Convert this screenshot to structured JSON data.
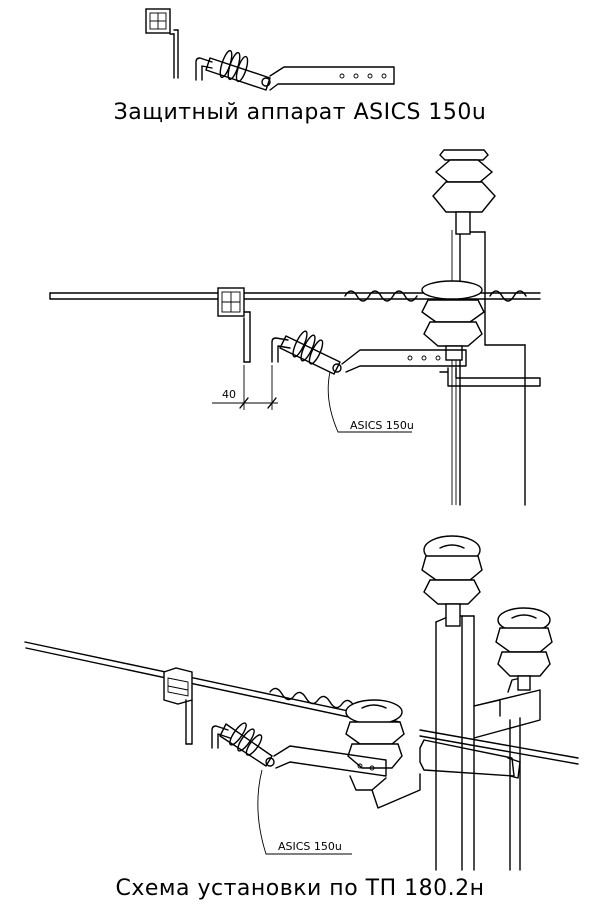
{
  "top": {
    "title": "Защитный аппарат ASICS 150u"
  },
  "middle": {
    "dimension": "40",
    "callout": "ASICS 150u"
  },
  "bottom": {
    "callout": "ASICS 150u",
    "title": "Схема установки по ТП 180.2н"
  }
}
